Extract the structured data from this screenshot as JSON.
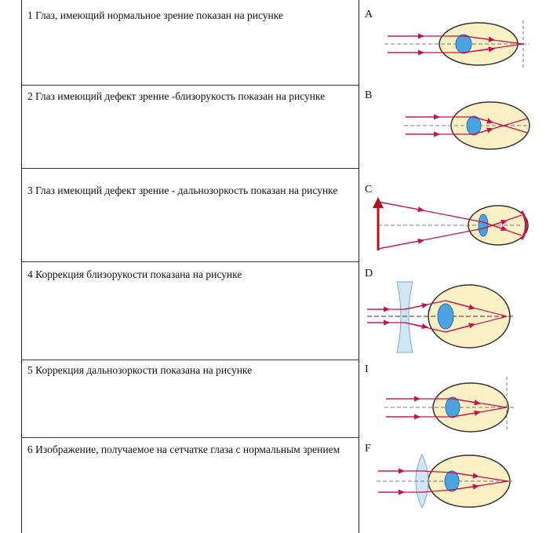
{
  "rows": [
    {
      "text": "1 Глаз, имеющий нормальное зрение показан на рисунке",
      "letter": "A"
    },
    {
      "text": "2 Глаз имеющий дефект зрение -близорукость показан на рисунке",
      "letter": "B"
    },
    {
      "text": "3 Глаз имеющий дефект зрение - дальнозоркость показан на рисунке",
      "letter": "C"
    },
    {
      "text": "4  Коррекция близорукости показана на рисунке",
      "letter": "D"
    },
    {
      "text": "5   Коррекция дальнозоркости показана на рисунке",
      "letter": "I"
    },
    {
      "text": "6 Изображение, получаемое на сетчатке глаза с нормальным зрением",
      "letter": "F"
    }
  ],
  "colors": {
    "ray": "#c8104e",
    "eyeball": "#fbefc4",
    "lens": "#4aa3df",
    "arrow": "#b0121c",
    "optic_lens": "#cfe6f5"
  }
}
